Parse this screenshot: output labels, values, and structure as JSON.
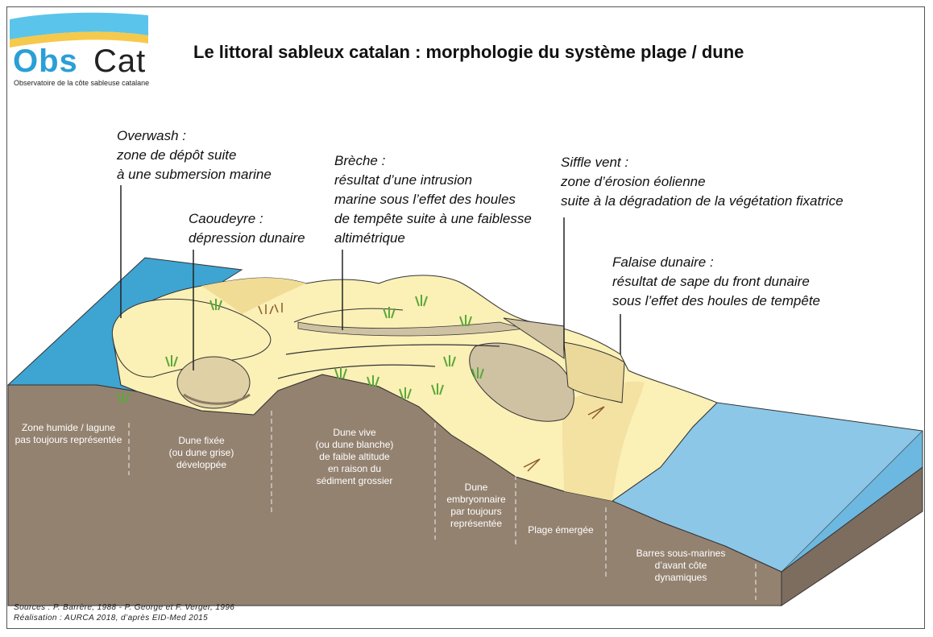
{
  "logo": {
    "word1": "Obs",
    "word2": "Cat",
    "subtitle": "Observatoire de la côte sableuse catalane"
  },
  "title": "Le littoral sableux catalan : morphologie du système plage / dune",
  "annotations": {
    "overwash": {
      "lines": [
        "Overwash :",
        "zone de dépôt suite",
        "à une submersion marine"
      ]
    },
    "caoudeyre": {
      "lines": [
        "Caoudeyre :",
        "dépression dunaire"
      ]
    },
    "breche": {
      "lines": [
        "Brèche :",
        "résultat d’une intrusion",
        "marine sous l’effet des houles",
        "de tempête suite à une faiblesse",
        "altimétrique"
      ]
    },
    "siffle_vent": {
      "lines": [
        "Siffle vent :",
        "zone d’érosion éolienne",
        "suite à la dégradation de la végétation fixatrice"
      ]
    },
    "falaise": {
      "lines": [
        "Falaise dunaire :",
        "résultat de sape du front dunaire",
        "sous l’effet des houles de tempête"
      ]
    }
  },
  "zones": {
    "lagune": {
      "lines": [
        "Zone humide / lagune",
        "pas toujours représentée"
      ]
    },
    "dune_fixee": {
      "lines": [
        "Dune fixée",
        "(ou dune grise)",
        "développée"
      ]
    },
    "dune_vive": {
      "lines": [
        "Dune vive",
        "(ou dune blanche)",
        "de faible altitude",
        "en raison du",
        "sédiment grossier"
      ]
    },
    "dune_embryonnaire": {
      "lines": [
        "Dune",
        "embryonnaire",
        "par toujours",
        "représentée"
      ]
    },
    "plage": {
      "lines": [
        "Plage émergée"
      ]
    },
    "barres": {
      "lines": [
        "Barres sous-marines",
        "d’avant côte",
        "dynamiques"
      ]
    }
  },
  "sources": {
    "lines": [
      "Sources : P. Barrère, 1988 - P. George et F. Verger, 1996",
      "Réalisation : AURCA 2018, d’après EID-Med 2015"
    ]
  },
  "colors": {
    "soil": "#948270",
    "soil_dark": "#7d6d5e",
    "sand": "#fbf0b6",
    "sand_dark": "#f1dc95",
    "water": "#8cc7e8",
    "water_dark": "#3ea4d2",
    "grass": "#5aa83a",
    "brand": "#2a9fd6"
  }
}
